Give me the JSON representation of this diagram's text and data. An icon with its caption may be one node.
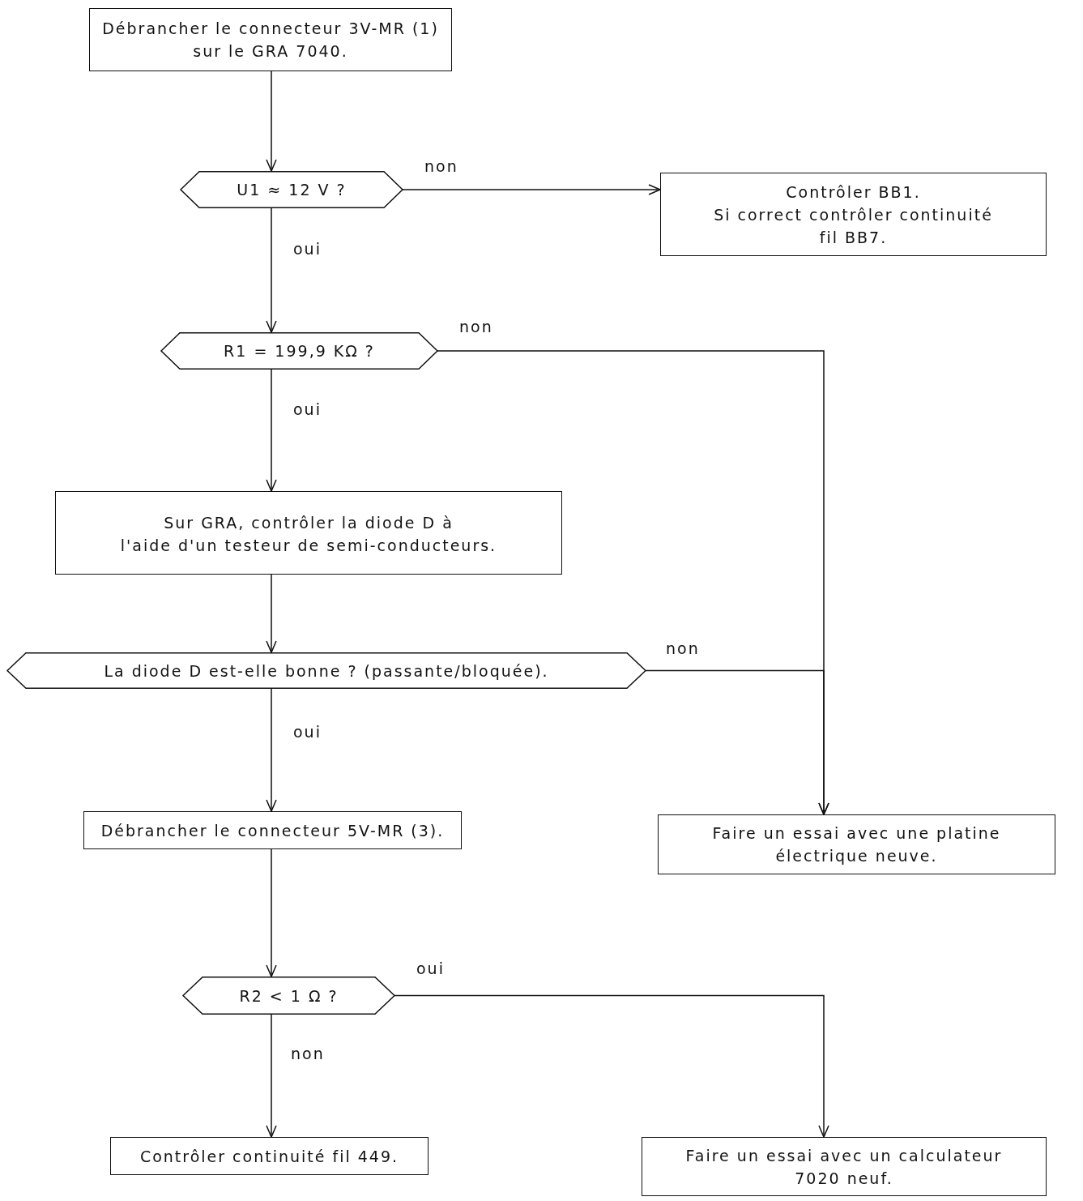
{
  "diagram": {
    "nodes": [
      {
        "text": [
          "Débrancher le connecteur 3V-MR (1) sur le GRA 7040."
        ]
      },
      {
        "text": [
          "U1 ≈ 12 V ?"
        ]
      },
      {
        "text": [
          "Contrôler BB1.",
          "Si correct contrôler continuité fil BB7."
        ]
      },
      {
        "text": [
          "R1 = 199,9 KΩ ?"
        ]
      },
      {
        "text": [
          "Sur GRA, contrôler la diode D à l'aide d'un testeur de semi-conducteurs."
        ]
      },
      {
        "text": [
          "La diode D est-elle bonne ? (passante/bloquée)."
        ]
      },
      {
        "text": [
          "Débrancher le connecteur 5V-MR (3)."
        ]
      },
      {
        "text": [
          "Faire un essai avec une platine électrique neuve."
        ]
      },
      {
        "text": [
          "R2 < 1 Ω ?"
        ]
      },
      {
        "text": [
          "Contrôler continuité fil 449."
        ]
      },
      {
        "text": [
          "Faire un essai avec un calculateur 7020 neuf."
        ]
      }
    ],
    "edges": [
      {
        "from": 0,
        "to": 1,
        "arrow": "to"
      },
      {
        "from": 1,
        "to": 2,
        "arrow": "to",
        "label": "non"
      },
      {
        "from": 1,
        "to": 3,
        "arrow": "to",
        "label": "oui"
      },
      {
        "from": 3,
        "to": 7,
        "arrow": "to",
        "label": "non"
      },
      {
        "from": 3,
        "to": 4,
        "arrow": "to",
        "label": "oui"
      },
      {
        "from": 4,
        "to": 5,
        "arrow": "to"
      },
      {
        "from": 5,
        "to": 7,
        "arrow": "to",
        "label": "non"
      },
      {
        "from": 5,
        "to": 6,
        "arrow": "to",
        "label": "oui"
      },
      {
        "from": 6,
        "to": 8,
        "arrow": "to"
      },
      {
        "from": 8,
        "to": 10,
        "arrow": "to",
        "label": "oui"
      },
      {
        "from": 8,
        "to": 9,
        "arrow": "to",
        "label": "non"
      }
    ]
  }
}
